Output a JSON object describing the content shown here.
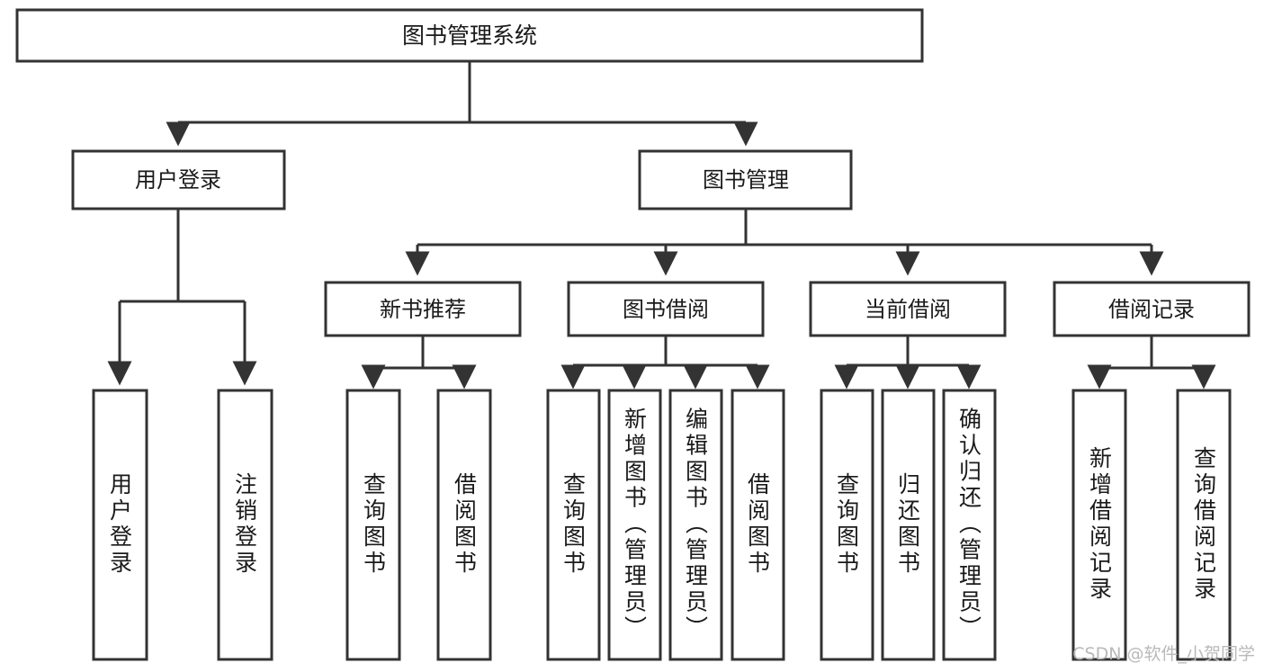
{
  "diagram": {
    "type": "tree-hierarchy",
    "title": "图书管理系统",
    "root": {
      "id": "root",
      "label": "图书管理系统",
      "orientation": "horizontal"
    },
    "level2": [
      {
        "id": "user-login",
        "label": "用户登录",
        "orientation": "horizontal"
      },
      {
        "id": "book-management",
        "label": "图书管理",
        "orientation": "horizontal"
      }
    ],
    "level3": [
      {
        "id": "new-book-recommend",
        "label": "新书推荐",
        "parent": "book-management",
        "orientation": "horizontal"
      },
      {
        "id": "book-borrow",
        "label": "图书借阅",
        "parent": "book-management",
        "orientation": "horizontal"
      },
      {
        "id": "current-borrow",
        "label": "当前借阅",
        "parent": "book-management",
        "orientation": "horizontal"
      },
      {
        "id": "borrow-record",
        "label": "借阅记录",
        "parent": "book-management",
        "orientation": "horizontal"
      }
    ],
    "leaves": [
      {
        "id": "leaf-user-login",
        "label": "用户登录",
        "parent": "user-login",
        "orientation": "vertical"
      },
      {
        "id": "leaf-user-logout",
        "label": "注销登录",
        "parent": "user-login",
        "orientation": "vertical"
      },
      {
        "id": "leaf-query-book-1",
        "label": "查询图书",
        "parent": "new-book-recommend",
        "orientation": "vertical"
      },
      {
        "id": "leaf-borrow-book-1",
        "label": "借阅图书",
        "parent": "new-book-recommend",
        "orientation": "vertical"
      },
      {
        "id": "leaf-query-book-2",
        "label": "查询图书",
        "parent": "book-borrow",
        "orientation": "vertical"
      },
      {
        "id": "leaf-add-book",
        "label": "新增图书（管理员）",
        "parent": "book-borrow",
        "orientation": "vertical"
      },
      {
        "id": "leaf-edit-book",
        "label": "编辑图书（管理员）",
        "parent": "book-borrow",
        "orientation": "vertical"
      },
      {
        "id": "leaf-borrow-book-2",
        "label": "借阅图书",
        "parent": "book-borrow",
        "orientation": "vertical"
      },
      {
        "id": "leaf-query-book-3",
        "label": "查询图书",
        "parent": "current-borrow",
        "orientation": "vertical"
      },
      {
        "id": "leaf-return-book",
        "label": "归还图书",
        "parent": "current-borrow",
        "orientation": "vertical"
      },
      {
        "id": "leaf-confirm-return",
        "label": "确认归还（管理员）",
        "parent": "current-borrow",
        "orientation": "vertical"
      },
      {
        "id": "leaf-add-record",
        "label": "新增借阅记录",
        "parent": "borrow-record",
        "orientation": "vertical"
      },
      {
        "id": "leaf-query-record",
        "label": "查询借阅记录",
        "parent": "borrow-record",
        "orientation": "vertical"
      }
    ],
    "colors": {
      "stroke": "#333333",
      "fill": "#ffffff",
      "text": "#1a1a1a",
      "watermark": "#b9b9b9"
    }
  },
  "watermark": {
    "text": "CSDN @软件_小贺同学"
  }
}
